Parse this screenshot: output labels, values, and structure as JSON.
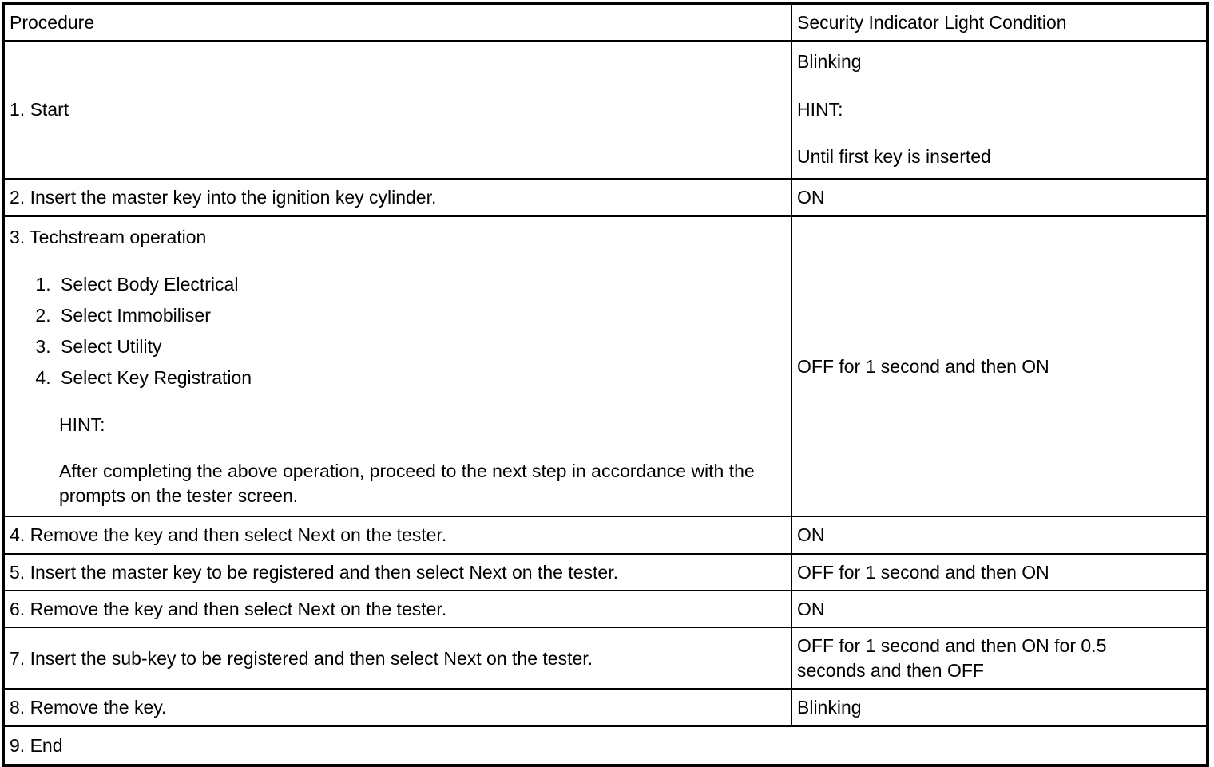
{
  "table": {
    "headers": {
      "procedure": "Procedure",
      "condition": "Security Indicator Light Condition"
    },
    "rows": [
      {
        "id": "row-start",
        "procedure": "1. Start",
        "condition_lines": [
          "Blinking",
          "HINT:",
          "Until first key is inserted"
        ]
      },
      {
        "id": "row-insert-master",
        "procedure": "2. Insert the master key into the ignition key cylinder.",
        "condition": "ON"
      },
      {
        "id": "row-techstream",
        "procedure_heading": "3. Techstream operation",
        "sub_steps": [
          "Select Body Electrical",
          "Select Immobiliser",
          "Select Utility",
          "Select Key Registration"
        ],
        "hint_label": "HINT:",
        "hint_text": "After completing the above operation, proceed to the next step in accordance with the prompts on the tester screen.",
        "condition": "OFF for 1 second and then ON"
      },
      {
        "id": "row-remove-key-4",
        "procedure": "4. Remove the key and then select Next on the tester.",
        "condition": "ON"
      },
      {
        "id": "row-insert-master-register",
        "procedure": "5. Insert the master key to be registered and then select Next on the tester.",
        "condition": "OFF for 1 second and then ON"
      },
      {
        "id": "row-remove-key-6",
        "procedure": "6. Remove the key and then select Next on the tester.",
        "condition": "ON"
      },
      {
        "id": "row-insert-subkey",
        "procedure": "7. Insert the sub-key to be registered and then select Next on the tester.",
        "condition": "OFF for 1 second and then ON for 0.5 seconds and then OFF"
      },
      {
        "id": "row-remove-key-8",
        "procedure": "8. Remove the key.",
        "condition": "Blinking"
      },
      {
        "id": "row-end",
        "procedure": "9. End",
        "condition": ""
      }
    ]
  },
  "colors": {
    "border": "#000000",
    "text": "#000000",
    "background": "#ffffff"
  }
}
